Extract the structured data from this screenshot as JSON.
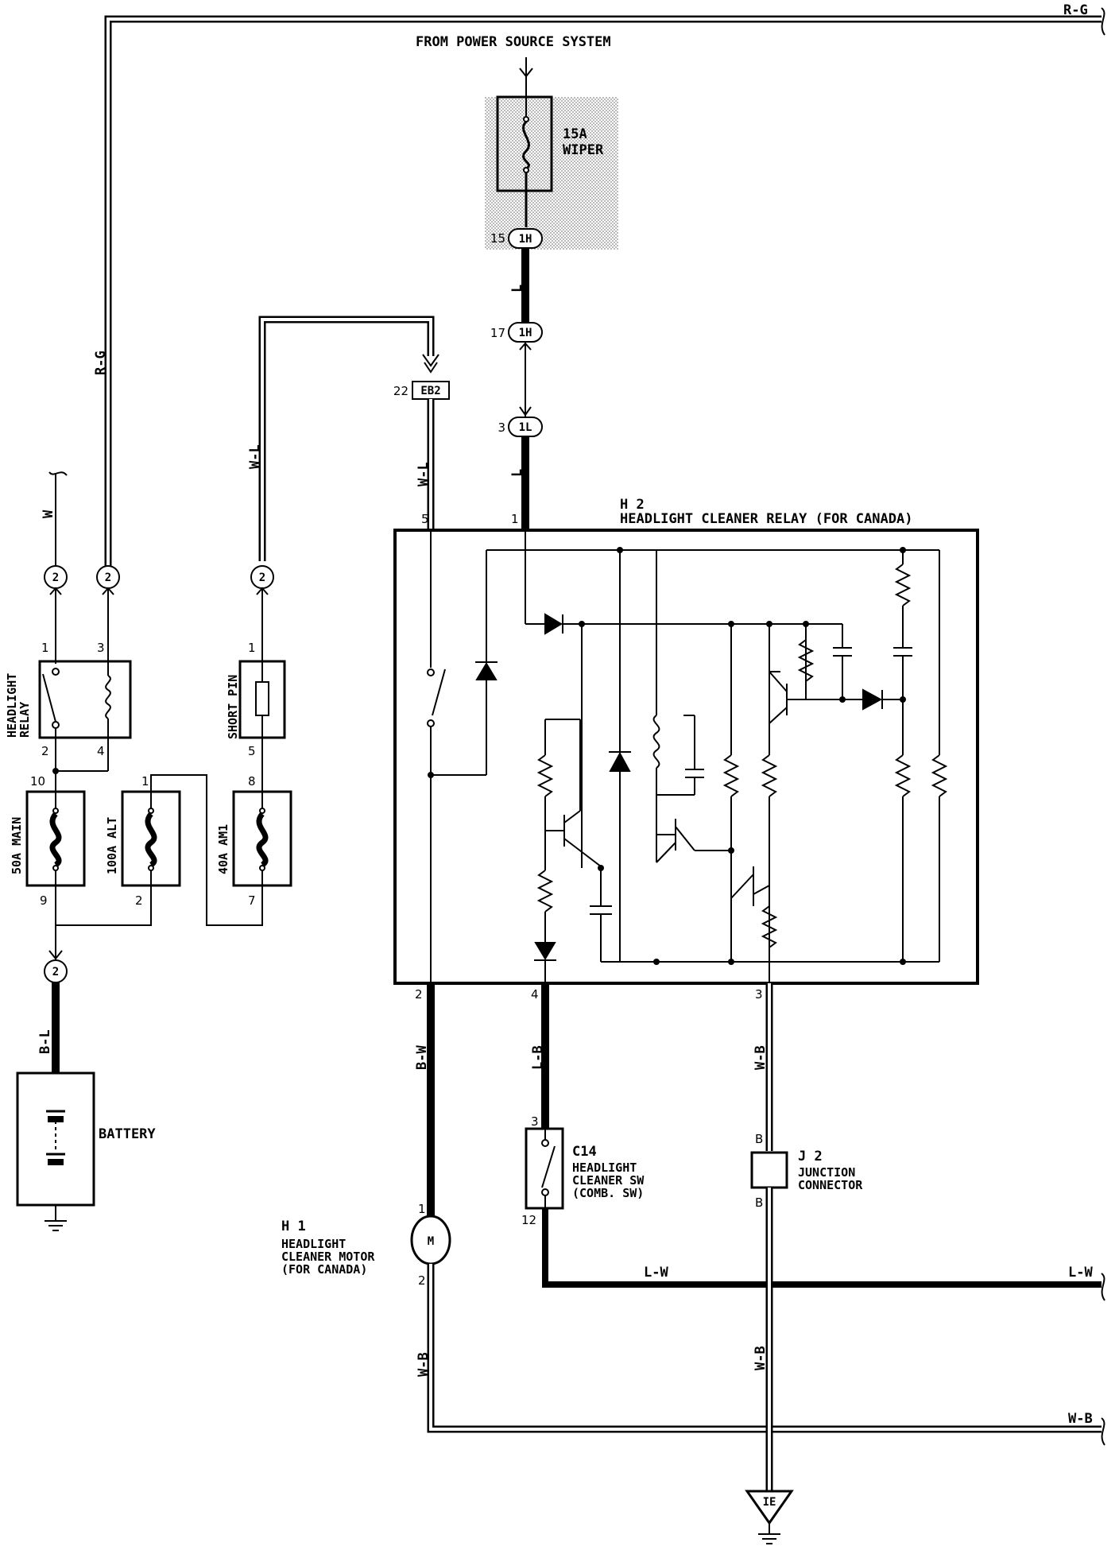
{
  "power_source_label": "FROM POWER SOURCE SYSTEM",
  "wiper_fuse": {
    "line1": "15A",
    "line2": "WIPER"
  },
  "connectors": {
    "c1h_a": {
      "label": "1H",
      "pin": "15"
    },
    "c1h_b": {
      "label": "1H",
      "pin": "17"
    },
    "c1l": {
      "label": "1L",
      "pin": "3"
    },
    "eb2": {
      "label": "EB2",
      "pin": "22"
    },
    "two_w": "2",
    "two_rg": "2",
    "two_wl": "2",
    "two_bl": "2"
  },
  "wire_colors": {
    "rg_top": "R-G",
    "rg_left": "R-G",
    "l_upper": "L",
    "l_lower": "L",
    "wl_left": "W-L",
    "wl_right": "W-L",
    "w_top": "W",
    "bl": "B-L",
    "bw": "B-W",
    "lb": "L-B",
    "wb_relay": "W-B",
    "lw_mid": "L-W",
    "lw_right": "L-W",
    "wb_left": "W-B",
    "wb_junction": "W-B",
    "wb_right": "W-B"
  },
  "relay_h2": {
    "id": "H 2",
    "name": "HEADLIGHT CLEANER RELAY (FOR CANADA)",
    "pins": [
      "5",
      "1",
      "2",
      "4",
      "3"
    ]
  },
  "headlight_relay": {
    "label_line1": "HEADLIGHT",
    "label_line2": "RELAY",
    "pins": [
      "1",
      "3",
      "2",
      "4"
    ]
  },
  "short_pin": {
    "label": "SHORT PIN",
    "pins": [
      "1",
      "5"
    ]
  },
  "fuses": [
    {
      "label": "50A MAIN",
      "pin_top": "10",
      "pin_bottom": "9"
    },
    {
      "label": "100A ALT",
      "pin_top": "1",
      "pin_bottom": "2"
    },
    {
      "label": "40A AM1",
      "pin_top": "8",
      "pin_bottom": "7"
    }
  ],
  "battery": {
    "label": "BATTERY"
  },
  "switch_c14": {
    "id": "C14",
    "line1": "HEADLIGHT",
    "line2": "CLEANER SW",
    "line3": "(COMB. SW)",
    "pin_top": "3",
    "pin_bottom": "12"
  },
  "junction_j2": {
    "id": "J 2",
    "line1": "JUNCTION",
    "line2": "CONNECTOR",
    "pin_top": "B",
    "pin_bottom": "B"
  },
  "motor_h1": {
    "id": "H 1",
    "line1": "HEADLIGHT",
    "line2": "CLEANER MOTOR",
    "line3": "(FOR CANADA)",
    "symbol": "M",
    "pin_top": "1",
    "pin_bottom": "2"
  },
  "ground": {
    "label": "IE"
  }
}
